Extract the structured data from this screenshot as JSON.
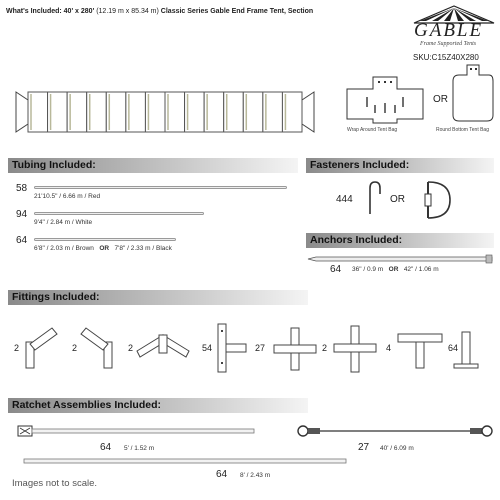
{
  "header": {
    "title": "What's Included: 40' x 280'",
    "title_dims": "(12.19 m x 85.34 m)",
    "title_rest": "Classic Series Gable End Frame Tent, Section",
    "brand": "GABLE",
    "tagline": "Frame Supported Tents",
    "sku": "SKU:C15Z40X280"
  },
  "bags": {
    "wrap_label": "Wrap Around Tent Bag",
    "or": "OR",
    "round_label": "Round Bottom Tent Bag"
  },
  "tubing": {
    "title": "Tubing Included:",
    "items": [
      {
        "qty": "58",
        "label": "21'10.5\" / 6.66 m  /  Red"
      },
      {
        "qty": "94",
        "label": "9'4\" / 2.84 m  /  White"
      },
      {
        "qty": "64",
        "label_a": "6'8\" / 2.03 m  /  Brown",
        "or": "OR",
        "label_b": "7'8\" / 2.33 m  /  Black"
      }
    ]
  },
  "fasteners": {
    "title": "Fasteners Included:",
    "qty": "444",
    "or": "OR"
  },
  "anchors": {
    "title": "Anchors Included:",
    "qty": "64",
    "label_a": "36\" / 0.9 m",
    "or": "OR",
    "label_b": "42\" / 1.06 m"
  },
  "fittings": {
    "title": "Fittings Included:",
    "quantities": [
      "2",
      "2",
      "2",
      "54",
      "27",
      "2",
      "4",
      "64"
    ]
  },
  "ratchets": {
    "title": "Ratchet Assemblies Included:",
    "items": [
      {
        "qty": "64",
        "label": "5' / 1.52 m"
      },
      {
        "qty": "27",
        "label": "40' / 6.09 m"
      },
      {
        "qty": "64",
        "label": "8' / 2.43 m"
      }
    ]
  },
  "footer": {
    "note": "Images not to scale."
  }
}
